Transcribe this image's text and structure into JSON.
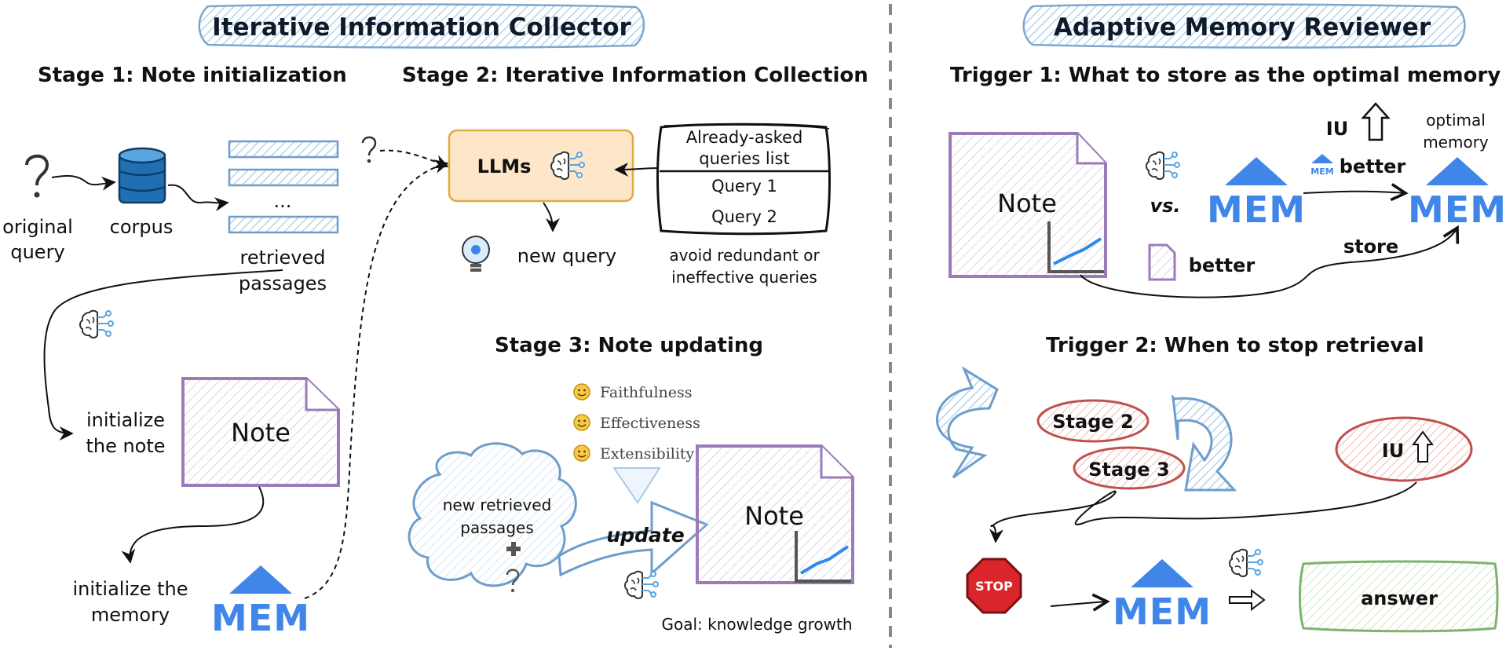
{
  "left_title": "Iterative Information Collector",
  "right_title": "Adaptive Memory Reviewer",
  "stage1": {
    "title": "Stage 1: Note initialization",
    "original_query": [
      "original",
      "query"
    ],
    "corpus": "corpus",
    "ellipsis": "...",
    "retrieved_passages": [
      "retrieved",
      "passages"
    ],
    "initialize_note": [
      "initialize",
      "the note"
    ],
    "note": "Note",
    "initialize_memory": [
      "initialize the",
      "memory"
    ],
    "mem": "MEM"
  },
  "stage2": {
    "title": "Stage 2: Iterative Information Collection",
    "llms": "LLMs",
    "asked_list_title": [
      "Already-asked",
      "queries list"
    ],
    "queries": [
      "Query 1",
      "Query 2"
    ],
    "new_query": "new query",
    "avoid": [
      "avoid redundant or",
      "ineffective queries"
    ]
  },
  "stage3": {
    "title": "Stage 3: Note updating",
    "criteria": [
      "Faithfulness",
      "Effectiveness",
      "Extensibility"
    ],
    "cloud_text": [
      "new retrieved",
      "passages"
    ],
    "update": "update",
    "note": "Note",
    "goal": "Goal: knowledge growth"
  },
  "trigger1": {
    "title": "Trigger 1: What to store as the optimal memory",
    "note": "Note",
    "vs": "vs.",
    "mem": "MEM",
    "iu": "IU",
    "optimal_memory": [
      "optimal",
      "memory"
    ],
    "better": "better",
    "store": "store"
  },
  "trigger2": {
    "title": "Trigger 2: When to stop retrieval",
    "stage2": "Stage 2",
    "stage3": "Stage 3",
    "iu": "IU",
    "stop": "STOP",
    "mem": "MEM",
    "answer": "answer"
  },
  "colors": {
    "blue": "#3f86e8",
    "purple": "#9b7bb8",
    "llm_box": "#fde7c8",
    "red": "#c0504d",
    "green": "#7fb36b"
  }
}
